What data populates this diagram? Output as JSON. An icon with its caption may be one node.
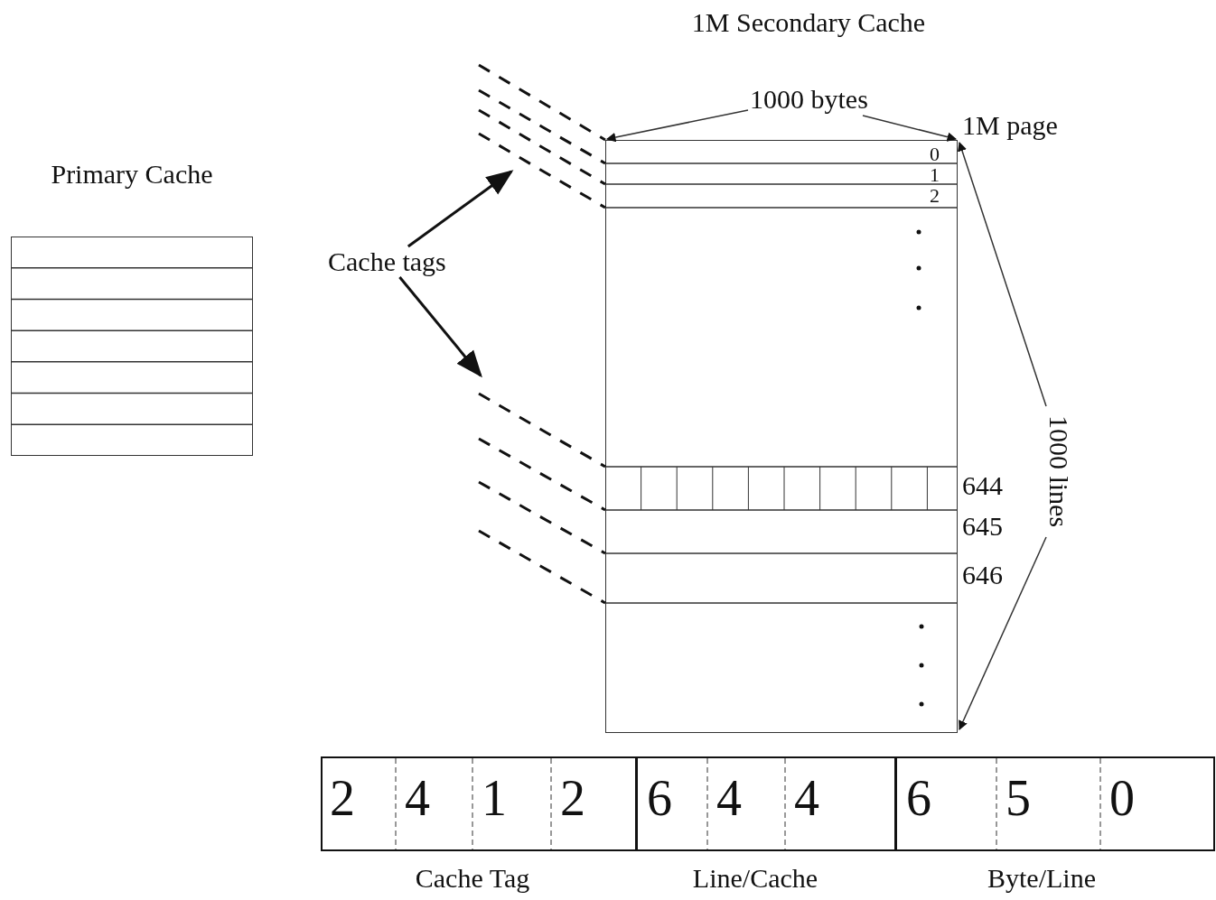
{
  "diagram": {
    "nodes": [
      {
        "text": [
          "Primary Cache"
        ]
      },
      {
        "text": [
          "1M Secondary Cache"
        ]
      },
      {
        "text": [
          "Cache tags"
        ]
      },
      {
        "text": [],
        "shape": "box"
      },
      {
        "text": [
          "2",
          "4",
          "1",
          "2"
        ],
        "in": 3,
        "beside": [
          "Cache Tag"
        ]
      },
      {
        "text": [
          "6",
          "4",
          "4"
        ],
        "in": 3,
        "beside": [
          "Line/Cache"
        ]
      },
      {
        "text": [
          "6",
          "5",
          "0"
        ],
        "in": 3,
        "beside": [
          "Byte/Line"
        ]
      }
    ],
    "edges": [
      {
        "from": 2,
        "to": null,
        "arrow": "to"
      },
      {
        "from": 2,
        "to": null,
        "arrow": "to"
      }
    ],
    "labels": [
      "1000 bytes",
      "1M page",
      "0",
      "1",
      "2",
      "644",
      "645",
      "646",
      "1000 lines"
    ]
  }
}
